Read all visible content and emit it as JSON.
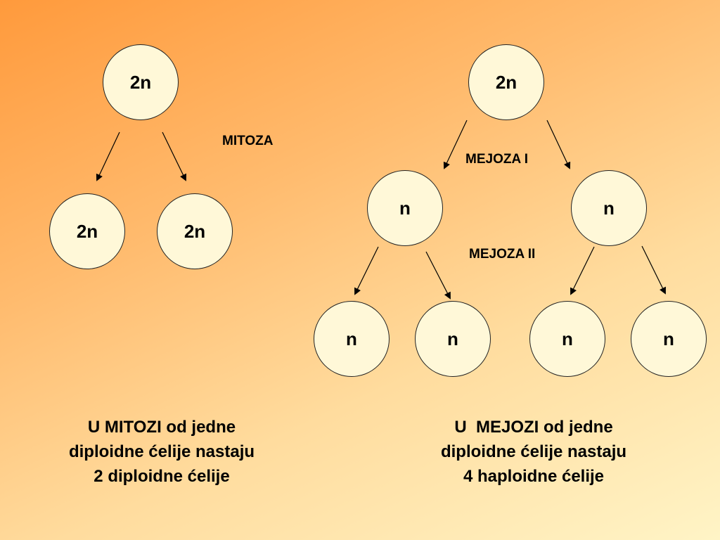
{
  "mitosis": {
    "parent": "2n",
    "daughters": [
      "2n",
      "2n"
    ],
    "label": "MITOZA",
    "summary": [
      "U MITOZI od jedne",
      "diploidne ćelije nastaju",
      "2 diploidne ćelije"
    ]
  },
  "meiosis": {
    "parent": "2n",
    "stage1_label": "MEJOZA I",
    "stage1_cells": [
      "n",
      "n"
    ],
    "stage2_label": "MEJOZA II",
    "stage2_cells": [
      "n",
      "n",
      "n",
      "n"
    ],
    "summary": [
      "U  MEJOZI od jedne",
      "diploidne ćelije nastaju",
      "4 haploidne ćelije"
    ]
  }
}
